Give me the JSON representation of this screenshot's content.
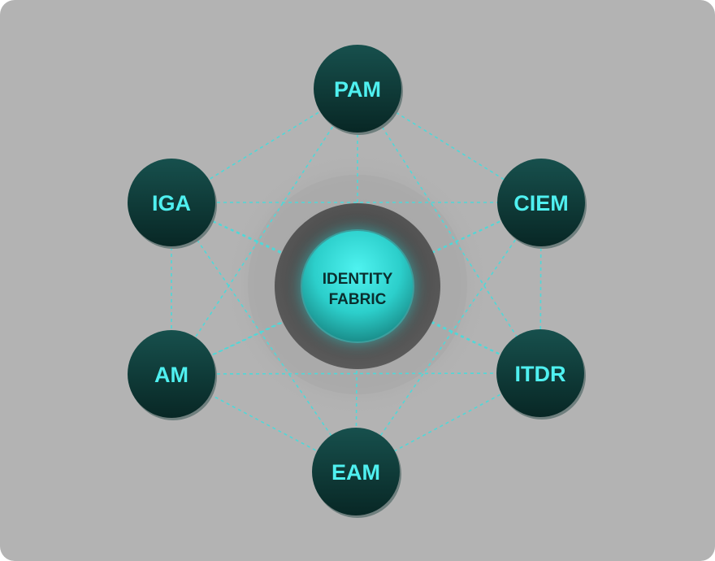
{
  "colors": {
    "background": "#b3b3b3",
    "connector": "#4fd8d8",
    "node_fill": "#0f3d3b",
    "node_text": "#4ff0f0",
    "center_fill": "#2fd4d4",
    "center_text": "#0a2e2e"
  },
  "center": {
    "label_line1": "IDENTITY",
    "label_line2": "FABRIC"
  },
  "nodes": [
    {
      "id": "pam",
      "label": "PAM"
    },
    {
      "id": "ciem",
      "label": "CIEM"
    },
    {
      "id": "itdr",
      "label": "ITDR"
    },
    {
      "id": "eam",
      "label": "EAM"
    },
    {
      "id": "am",
      "label": "AM"
    },
    {
      "id": "iga",
      "label": "IGA"
    }
  ]
}
